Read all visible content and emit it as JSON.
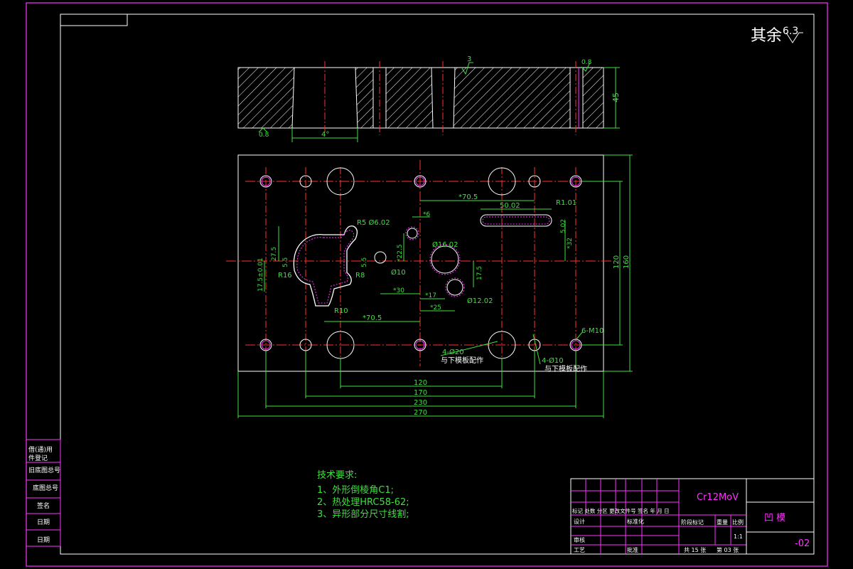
{
  "roughness_note": {
    "prefix": "其余",
    "value": "6.3"
  },
  "section_view": {
    "angle": "4°",
    "thickness": "45",
    "roughness_top": "3",
    "roughness_right": "0.8",
    "roughness_left": "0.8"
  },
  "plan_view": {
    "dims_bottom": [
      "120",
      "170",
      "230",
      "270"
    ],
    "dims_right": [
      "120",
      "160"
    ],
    "dims_inner": [
      "*70.5",
      "*70.5",
      "*6",
      "*22.5",
      "*30",
      "*17",
      "*25",
      "17.5",
      "17.5±0.01",
      "27.5",
      "5.5",
      "5.5",
      "*32",
      "5.02"
    ],
    "callouts": [
      "R5 Ø6.02",
      "Ø16.02",
      "Ø10",
      "Ø12.02",
      "R1.01",
      "50.02",
      "R16",
      "R8",
      "R10",
      "6-M10",
      "4-Ø20",
      "4-Ø10"
    ],
    "notes": [
      "与下模板配作",
      "与下模板配作"
    ]
  },
  "tech_requirements": {
    "title": "技术要求:",
    "items": [
      "1、外形倒棱角C1;",
      "2、热处理HRC58-62;",
      "3、异形部分尺寸线割;"
    ]
  },
  "left_stamp": [
    "借(通)用",
    "件登记",
    "旧底图总号",
    "底图总号",
    "签名",
    "日期",
    "日期"
  ],
  "title_block": {
    "material": "Cr12MoV",
    "part_name": "凹  模",
    "drawing_no": "-02",
    "header_row": "标记 处数 分区 更改文件号 签名 年 月 日",
    "design": "设计",
    "standardize": "标准化",
    "review": "审核",
    "process": "工艺",
    "approve": "批准",
    "stage_label": "阶段标记",
    "weight": "重量",
    "scale_label": "比例",
    "scale": "1:1",
    "sheets": "共 15 张",
    "sheet_no": "第 03 张"
  }
}
